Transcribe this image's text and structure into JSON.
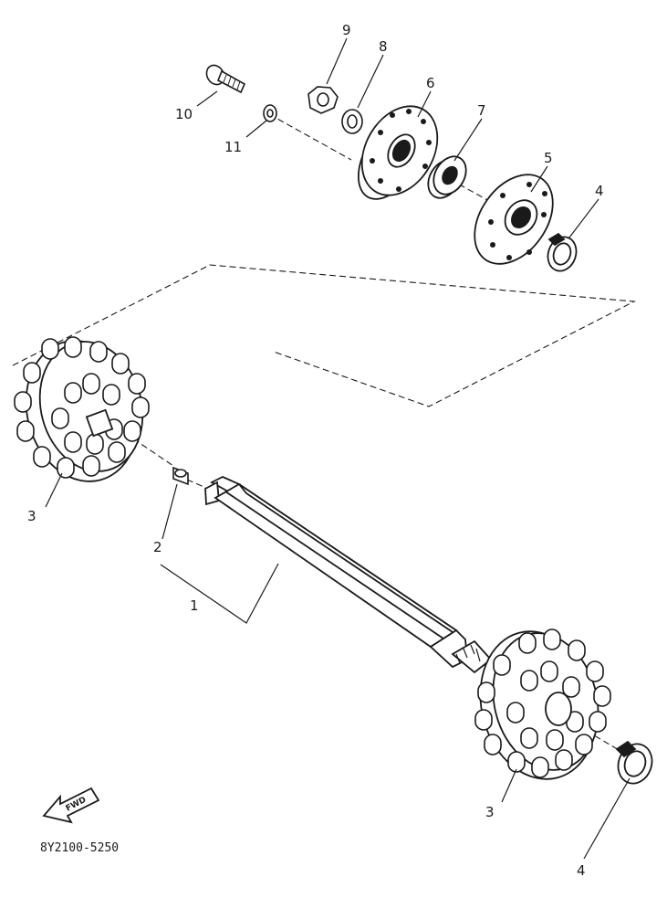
{
  "diagram": {
    "part_code": "8Y2100-5250",
    "direction_label": "FWD",
    "callouts": {
      "shaft": "1",
      "key": "2",
      "sprocket_left": "3",
      "sprocket_right": "3",
      "clamp_top": "4",
      "clamp_bottom": "4",
      "flange_outer": "5",
      "flange_inner": "6",
      "bearing": "7",
      "washer": "8",
      "nut": "9",
      "bolt": "10",
      "collar": "11"
    }
  },
  "colors": {
    "ink": "#1a1a1a",
    "paper": "#ffffff"
  }
}
